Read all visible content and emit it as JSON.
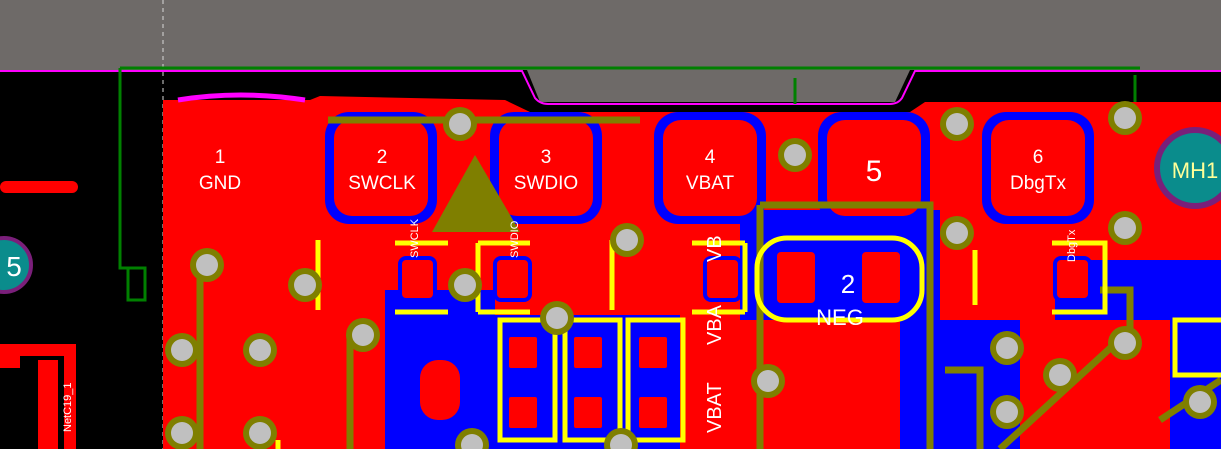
{
  "pads": [
    {
      "number": "1",
      "name": "GND"
    },
    {
      "number": "2",
      "name": "SWCLK"
    },
    {
      "number": "3",
      "name": "SWDIO"
    },
    {
      "number": "4",
      "name": "VBAT"
    },
    {
      "number": "5",
      "name": ""
    },
    {
      "number": "6",
      "name": "DbgTx"
    }
  ],
  "mounting_hole_label": "MH1",
  "left_hole_label": "5",
  "silk_labels": {
    "vbat": "VBAT",
    "vba": "VBA",
    "vb": "VB",
    "netc19": "NetC19_1",
    "swclk_small": "SWCLK",
    "swdio_small": "SWDIO",
    "dbgtx_small": "DbgTx",
    "chip_number": "2",
    "chip_ref": "NEG"
  },
  "colors": {
    "board_background": "#000000",
    "top_copper": "#ff0000",
    "bottom_copper": "#0000ff",
    "pad_keepout": "#0000ff",
    "via_ring": "#7f7f00",
    "via_hole": "#c0c0c0",
    "silkscreen": "#ffff00",
    "board_edge": "#ff00ff",
    "outline_green": "#008000",
    "mechanical_grey": "#6e6a68",
    "mounting_hole_teal": "#0a8c8c",
    "mounting_hole_ring": "#7a1f7a"
  }
}
